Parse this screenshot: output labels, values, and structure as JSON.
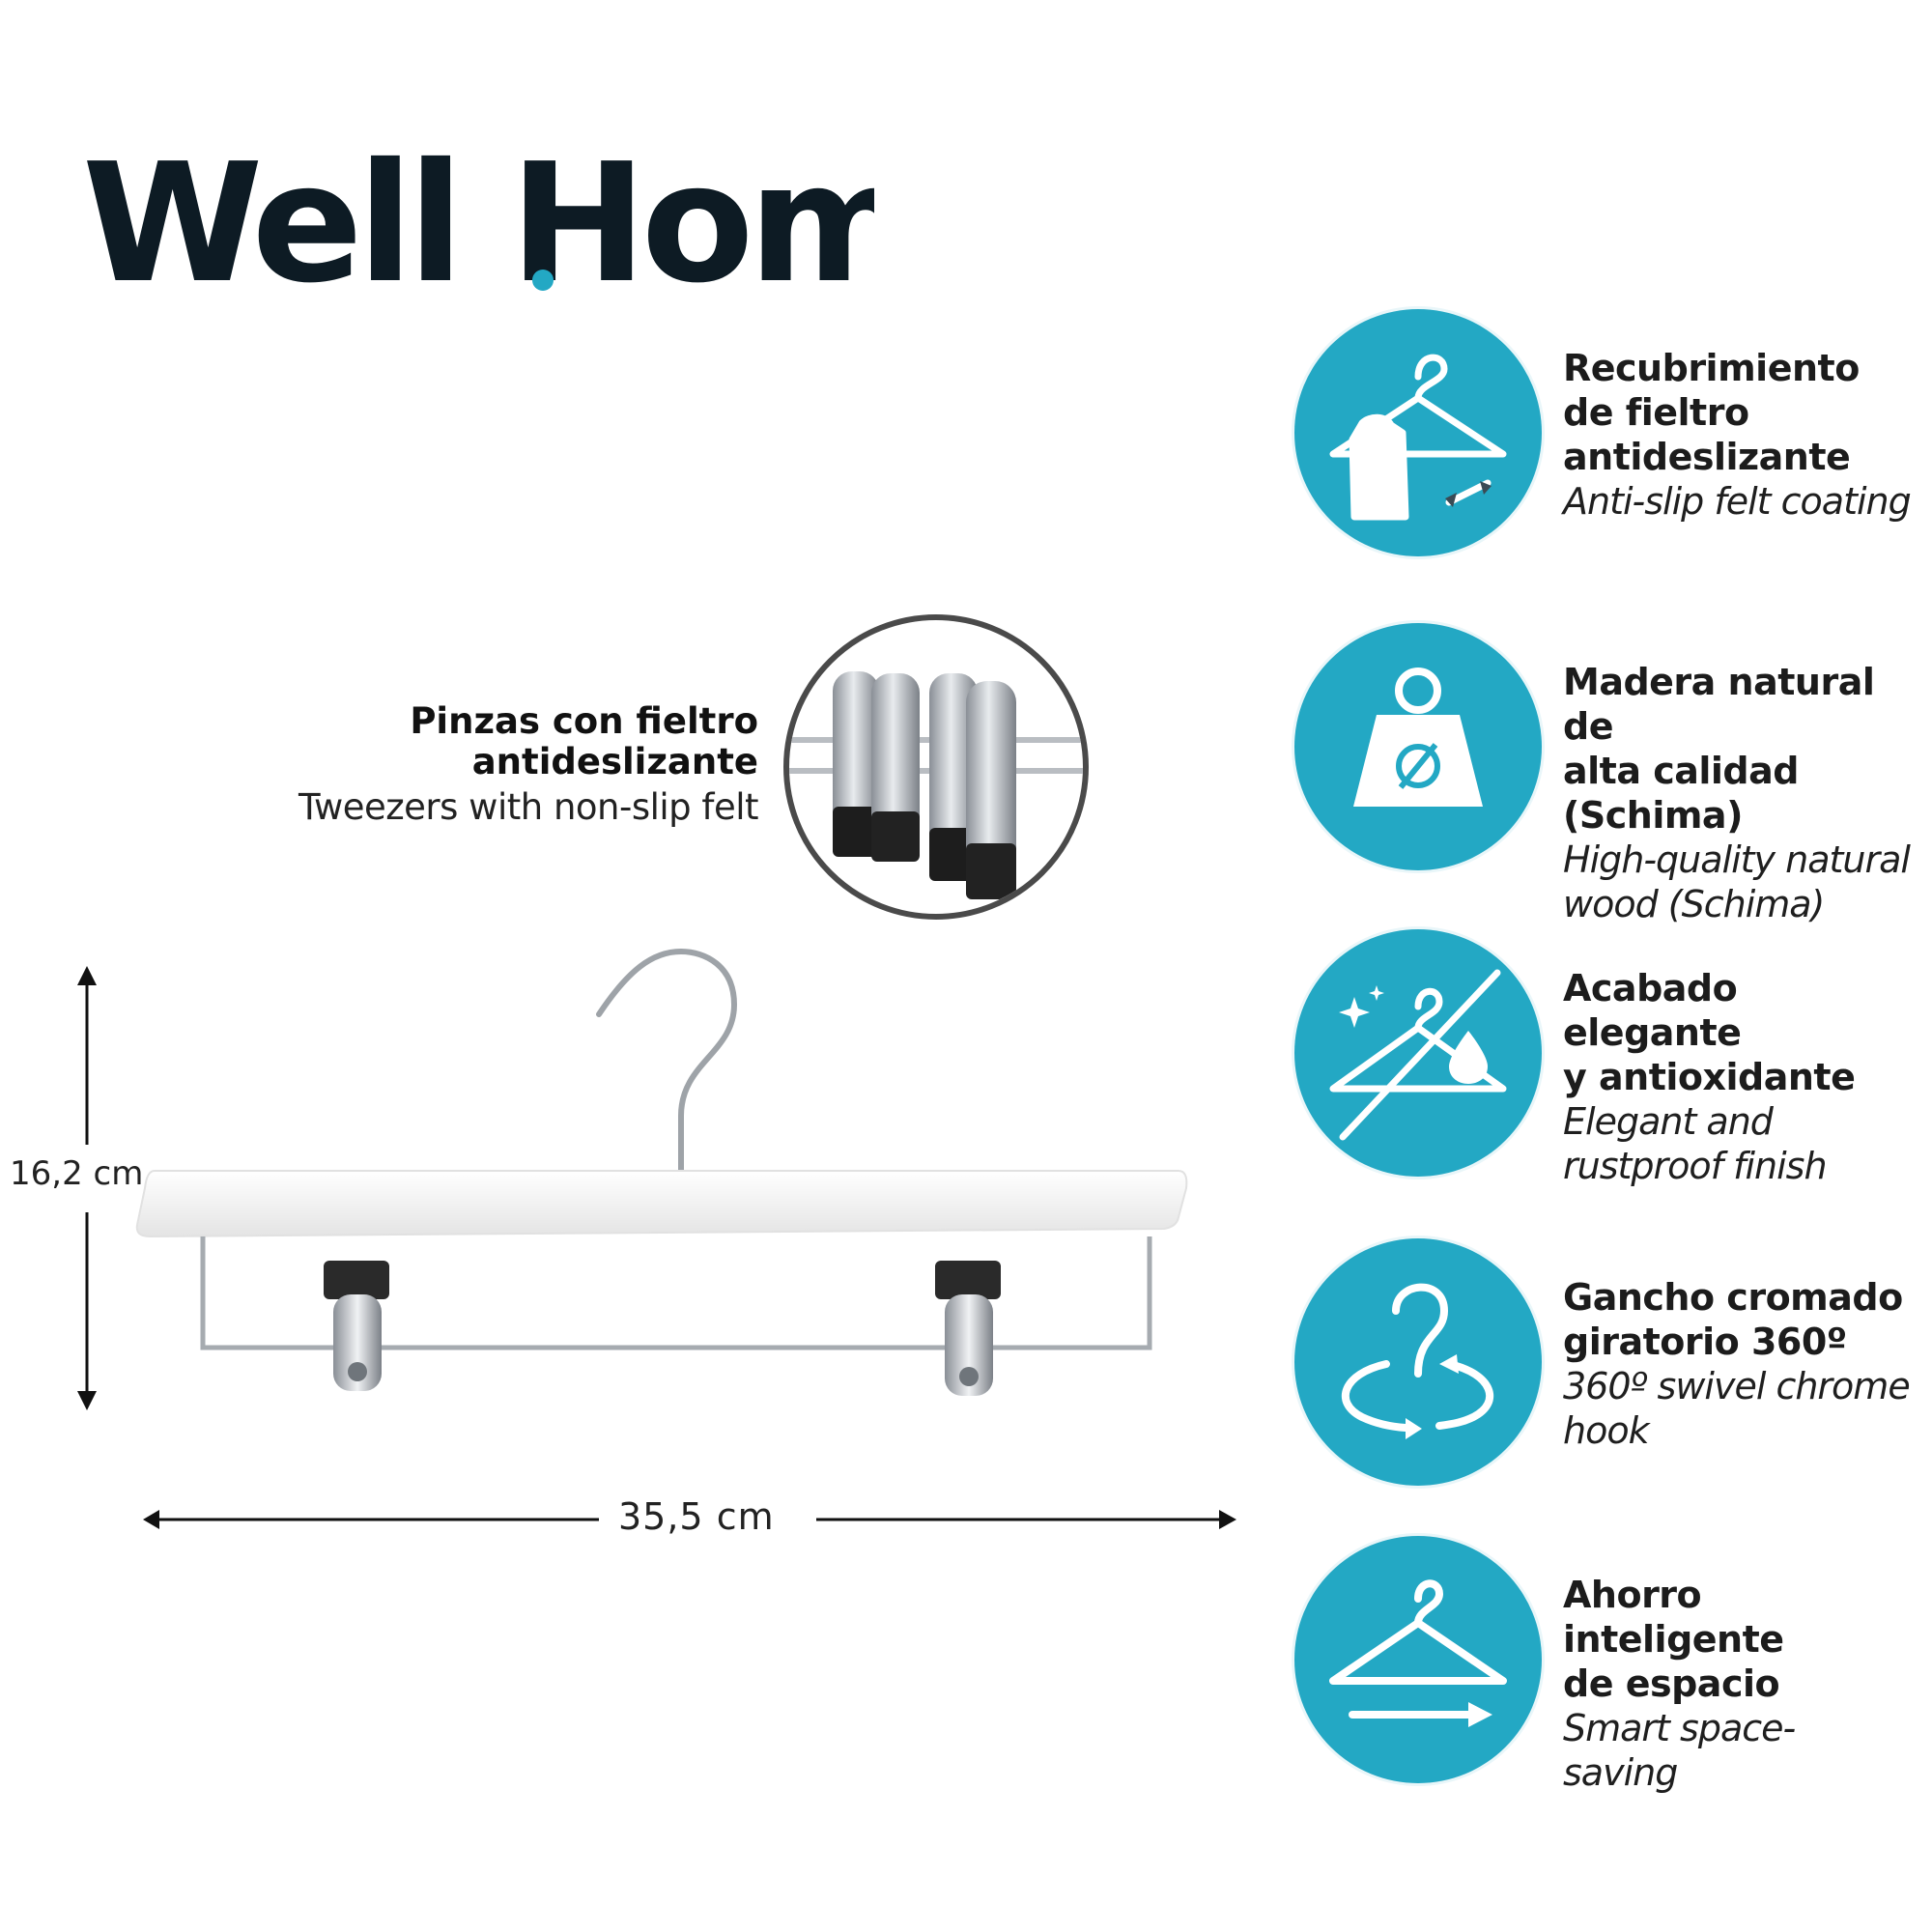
{
  "brand": {
    "logo_text": "Well Home",
    "colors": {
      "dark": "#0d1b24",
      "accent": "#23a8c4"
    }
  },
  "callout": {
    "title": "Pinzas con fieltro\nantideslizante",
    "subtitle": "Tweezers with non-slip felt",
    "icon": "clip-closeup"
  },
  "dimensions": {
    "height": "16,2 cm",
    "width": "35,5  cm"
  },
  "features": [
    {
      "icon": "hanger-shirt-icon",
      "title_es": "Recubrimiento\nde fieltro\nantideslizante",
      "title_en": "Anti-slip felt coating"
    },
    {
      "icon": "weight-icon",
      "title_es": "Madera natural de\nalta calidad\n(Schima)",
      "title_en": "High-quality natural\nwood (Schima)"
    },
    {
      "icon": "rustproof-icon",
      "title_es": "Acabado elegante\ny antioxidante",
      "title_en": "Elegant and\nrustproof finish"
    },
    {
      "icon": "swivel-hook-icon",
      "title_es": "Gancho cromado\ngiratorio 360º",
      "title_en": "360º swivel chrome\nhook"
    },
    {
      "icon": "space-saving-icon",
      "title_es": "Ahorro inteligente\nde espacio",
      "title_en": "Smart space-\nsaving"
    }
  ]
}
